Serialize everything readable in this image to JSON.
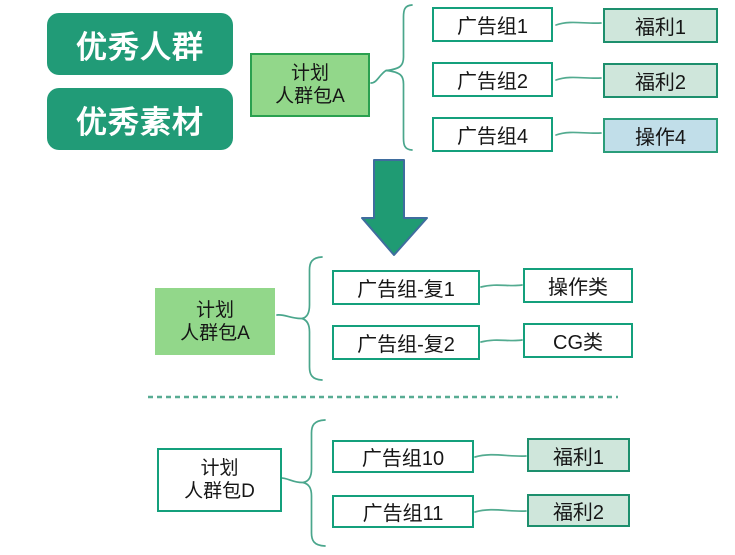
{
  "diagram_title": "ad-plan-duplication-diagram",
  "highlights": {
    "audience_label": "优秀人群",
    "material_label": "优秀素材"
  },
  "sections": {
    "original": {
      "plan": {
        "line1": "计划",
        "line2": "人群包A"
      },
      "groups": [
        {
          "name": "广告组1"
        },
        {
          "name": "广告组2"
        },
        {
          "name": "广告组4"
        }
      ],
      "targets": [
        {
          "name": "福利1",
          "type": "welfare"
        },
        {
          "name": "福利2",
          "type": "welfare"
        },
        {
          "name": "操作4",
          "type": "operation"
        }
      ]
    },
    "duplicated": {
      "plan": {
        "line1": "计划",
        "line2": "人群包A"
      },
      "groups": [
        {
          "name": "广告组-复1"
        },
        {
          "name": "广告组-复2"
        }
      ],
      "targets": [
        {
          "name": "操作类",
          "type": "plain"
        },
        {
          "name": "CG类",
          "type": "plain"
        }
      ]
    },
    "plan_d": {
      "plan": {
        "line1": "计划",
        "line2": "人群包D"
      },
      "groups": [
        {
          "name": "广告组10"
        },
        {
          "name": "广告组11"
        }
      ],
      "targets": [
        {
          "name": "福利1",
          "type": "welfare"
        },
        {
          "name": "福利2",
          "type": "welfare"
        }
      ]
    }
  },
  "colors": {
    "highlight_green": "#219b77",
    "plan_light_green": "#92d78a",
    "plan_border_green": "#2ba050",
    "box_border_teal": "#14a07c",
    "welfare_fill": "#cfe6db",
    "operation_fill": "#c1dee9",
    "connector_teal": "#4aa68c",
    "arrow_fill": "#1f9b73",
    "arrow_border": "#3f6d9e",
    "divider_dash": "#58ac93",
    "text": "#161616"
  }
}
